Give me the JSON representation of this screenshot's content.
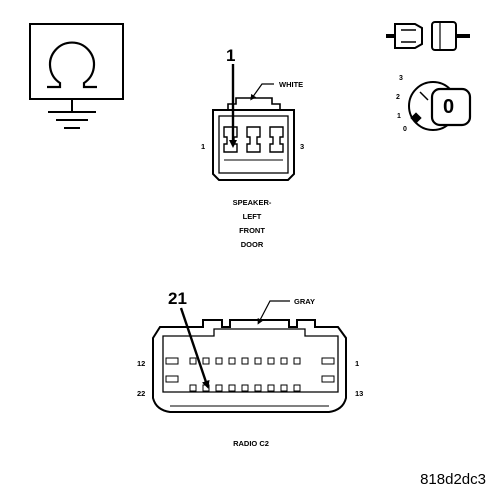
{
  "symbols": {
    "ohm_ground": {
      "icon": "ohmmeter-ground-icon"
    },
    "disconnect": {
      "icon": "disconnect-connector-icon"
    },
    "ignition": {
      "icon": "ignition-key-icon",
      "positions": [
        "3",
        "2",
        "1",
        "0"
      ],
      "key_label": "0"
    }
  },
  "connector_top": {
    "pin_number": "1",
    "wire_color": "WHITE",
    "left_pin": "1",
    "right_pin": "3",
    "title_lines": [
      "SPEAKER-",
      "LEFT",
      "FRONT",
      "DOOR"
    ]
  },
  "connector_bottom": {
    "pin_number": "21",
    "wire_color": "GRAY",
    "row1_left": "12",
    "row1_right": "1",
    "row2_left": "22",
    "row2_right": "13",
    "title": "RADIO C2"
  },
  "reference_code": "818d2dc3"
}
